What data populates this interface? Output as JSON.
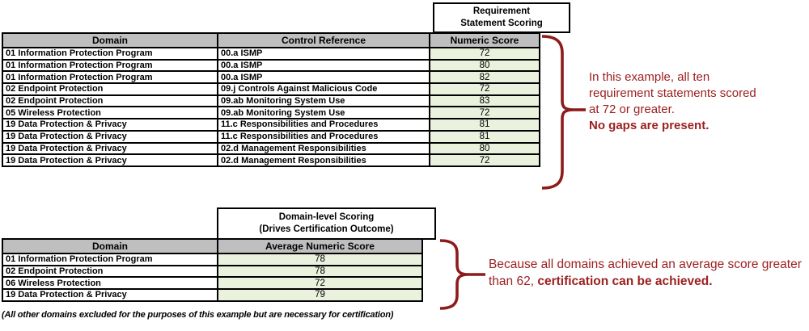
{
  "colors": {
    "header_gray": "#bfbfbf",
    "score_green": "#eaf1dd",
    "annotation_red": "#9c2020",
    "brace_red": "#8e1b1b",
    "border_black": "#000000"
  },
  "top_table": {
    "scoring_header": [
      "Requirement",
      "Statement Scoring"
    ],
    "columns": {
      "domain": "Domain",
      "control_reference": "Control Reference",
      "numeric_score": "Numeric Score"
    },
    "rows": [
      {
        "domain": "01 Information Protection Program",
        "ref": "00.a ISMP",
        "score": "72"
      },
      {
        "domain": "01 Information Protection Program",
        "ref": "00.a ISMP",
        "score": "80"
      },
      {
        "domain": "01 Information Protection Program",
        "ref": "00.a ISMP",
        "score": "82"
      },
      {
        "domain": "02 Endpoint Protection",
        "ref": "09.j Controls Against Malicious Code",
        "score": "72"
      },
      {
        "domain": "02 Endpoint Protection",
        "ref": "09.ab Monitoring System Use",
        "score": "83"
      },
      {
        "domain": "05 Wireless Protection",
        "ref": "09.ab Monitoring System Use",
        "score": "72"
      },
      {
        "domain": "19 Data Protection & Privacy",
        "ref": "11.c Responsibilities and Procedures",
        "score": "81"
      },
      {
        "domain": "19 Data Protection & Privacy",
        "ref": "11.c Responsibilities and Procedures",
        "score": "81"
      },
      {
        "domain": "19 Data Protection & Privacy",
        "ref": "02.d Management Responsibilities",
        "score": "80"
      },
      {
        "domain": "19 Data Protection & Privacy",
        "ref": "02.d Management Responsibilities",
        "score": "72"
      }
    ]
  },
  "top_annotation": {
    "lines": [
      "In this example, all ten",
      "requirement statements scored",
      "at 72 or greater."
    ],
    "bold_line": "No gaps are present."
  },
  "bottom_table": {
    "scoring_header": [
      "Domain-level Scoring",
      "(Drives Certification Outcome)"
    ],
    "columns": {
      "domain": "Domain",
      "average": "Average Numeric Score"
    },
    "rows": [
      {
        "domain": "01 Information Protection Program",
        "score": "78"
      },
      {
        "domain": "02 Endpoint Protection",
        "score": "78"
      },
      {
        "domain": "06 Wireless Protection",
        "score": "72"
      },
      {
        "domain": "19 Data Protection & Privacy",
        "score": "79"
      }
    ],
    "footnote": "(All other domains excluded for the purposes of this example but are necessary for certification)"
  },
  "bottom_annotation": {
    "normal": "Because all domains achieved an average score greater",
    "normal2": "than 62, ",
    "bold": "certification can be achieved."
  }
}
